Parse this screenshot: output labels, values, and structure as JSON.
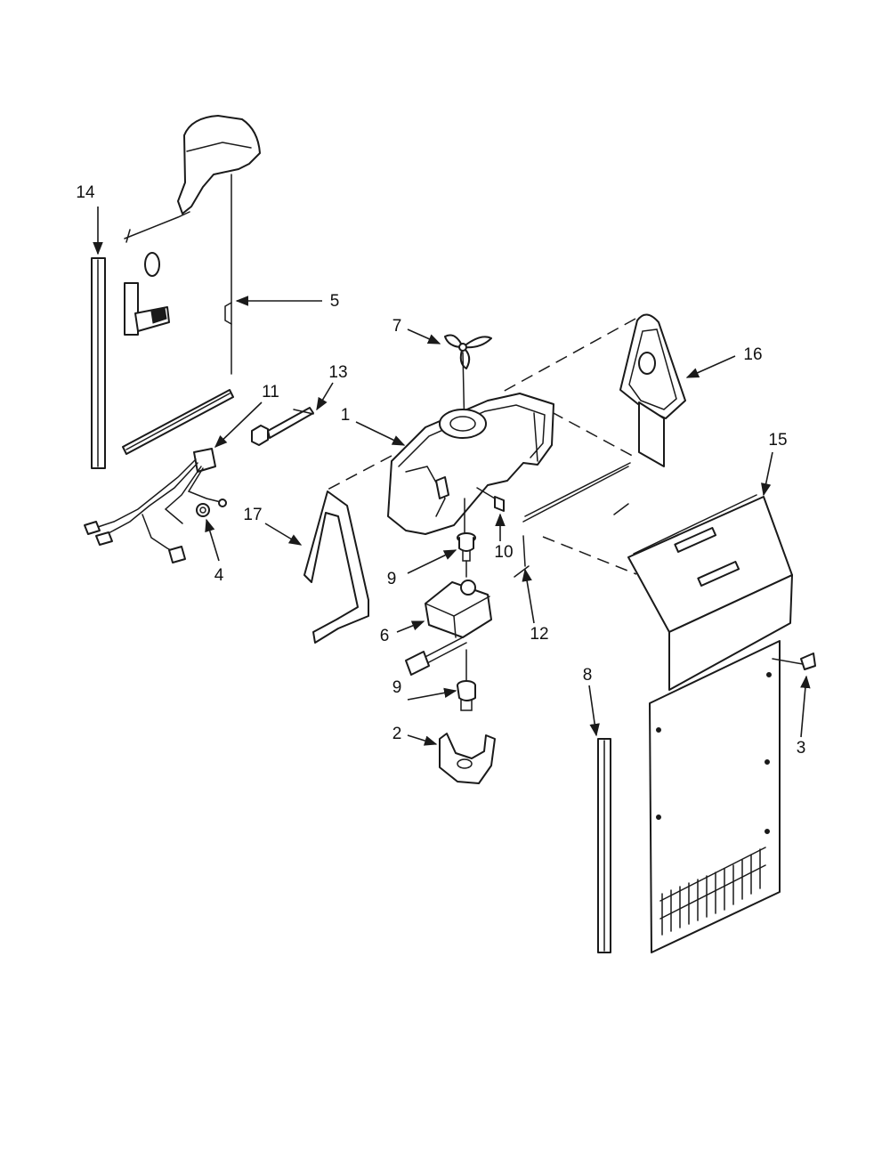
{
  "callouts": {
    "c1": "1",
    "c2": "2",
    "c3": "3",
    "c4": "4",
    "c5": "5",
    "c6": "6",
    "c7": "7",
    "c8": "8",
    "c9a": "9",
    "c9b": "9",
    "c10": "10",
    "c11": "11",
    "c12": "12",
    "c13": "13",
    "c14": "14",
    "c15": "15",
    "c16": "16",
    "c17": "17"
  },
  "colors": {
    "ink": "#1a1a1a",
    "paper": "#ffffff"
  }
}
